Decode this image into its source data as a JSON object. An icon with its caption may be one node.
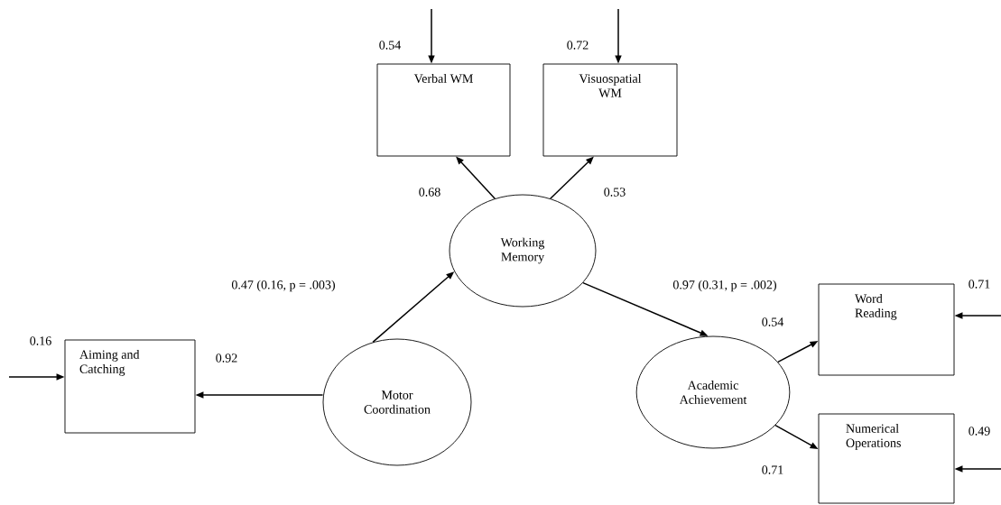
{
  "diagram": {
    "nodes": [
      {
        "text": [
          "Verbal WM"
        ],
        "beside": [
          "0.54"
        ]
      },
      {
        "text": [
          "Visuospatial WM"
        ],
        "beside": [
          "0.72"
        ]
      },
      {
        "text": [
          "Working Memory"
        ]
      },
      {
        "text": [
          "Aiming and Catching"
        ],
        "beside": [
          "0.16"
        ]
      },
      {
        "text": [
          "Motor Coordination"
        ]
      },
      {
        "text": [
          "Word Reading"
        ],
        "beside": [
          "0.71"
        ]
      },
      {
        "text": [
          "Academic Achievement"
        ]
      },
      {
        "text": [
          "Numerical Operations"
        ],
        "beside": [
          "0.49"
        ]
      }
    ],
    "edges": [
      {
        "from": null,
        "to": 0,
        "arrow": "to"
      },
      {
        "from": null,
        "to": 1,
        "arrow": "to"
      },
      {
        "from": 2,
        "to": 0,
        "arrow": "to",
        "label": "0.68"
      },
      {
        "from": 2,
        "to": 1,
        "arrow": "to",
        "label": "0.53"
      },
      {
        "from": 4,
        "to": 2,
        "arrow": "to",
        "label": "0.47 (0.16, p = .003)"
      },
      {
        "from": 2,
        "to": 6,
        "arrow": "to",
        "label": "0.97 (0.31, p = .002)"
      },
      {
        "from": null,
        "to": 3,
        "arrow": "to"
      },
      {
        "from": 4,
        "to": 3,
        "arrow": "to",
        "label": "0.92"
      },
      {
        "from": 6,
        "to": 5,
        "arrow": "to",
        "label": "0.54"
      },
      {
        "from": null,
        "to": 5,
        "arrow": "to"
      },
      {
        "from": 6,
        "to": 7,
        "arrow": "to",
        "label": "0.71"
      },
      {
        "from": null,
        "to": 7,
        "arrow": "to"
      }
    ]
  }
}
